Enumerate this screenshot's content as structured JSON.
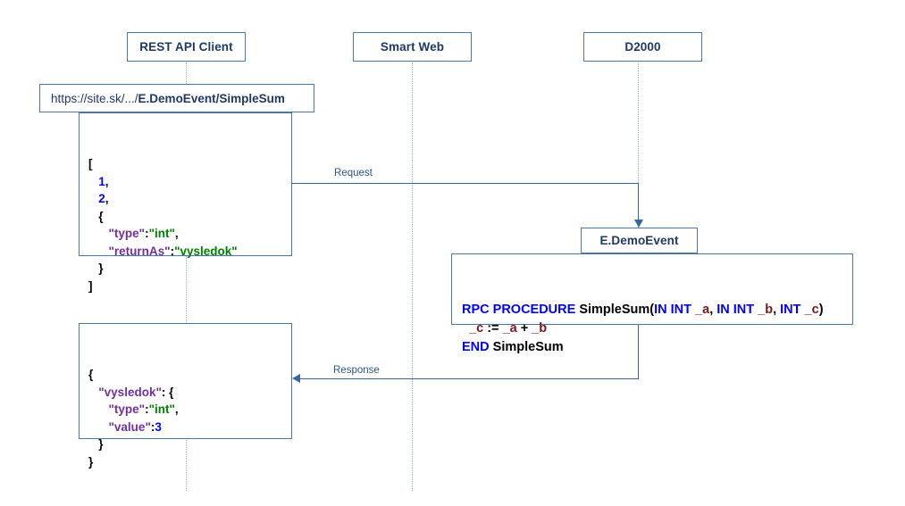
{
  "diagram": {
    "title": "REST API sequence diagram",
    "colors": {
      "box_border": "#4a77a8",
      "header_text": "#1f3864",
      "lifeline": "#9ab4d4",
      "connector": "#36679a",
      "json_key": "#7030a0",
      "json_string": "#008000",
      "json_number": "#0000ff",
      "code_keyword": "#0000ff",
      "code_variable": "#7b1818",
      "edge_label": "#2a5688"
    }
  },
  "participants": [
    {
      "id": "rest-api-client",
      "label": "REST API Client"
    },
    {
      "id": "smart-web",
      "label": "Smart Web"
    },
    {
      "id": "d2000",
      "label": "D2000"
    }
  ],
  "url_box": {
    "prefix": "https://site.sk/.../",
    "emphasis": "E.DemoEvent/SimpleSum"
  },
  "request_body": {
    "lines": [
      [
        {
          "t": "punct",
          "s": "["
        }
      ],
      [
        {
          "t": "plain",
          "s": "   "
        },
        {
          "t": "num",
          "s": "1"
        },
        {
          "t": "punct",
          "s": ","
        }
      ],
      [
        {
          "t": "plain",
          "s": "   "
        },
        {
          "t": "num",
          "s": "2"
        },
        {
          "t": "punct",
          "s": ","
        }
      ],
      [
        {
          "t": "plain",
          "s": "   "
        },
        {
          "t": "punct",
          "s": "{"
        }
      ],
      [
        {
          "t": "plain",
          "s": "      "
        },
        {
          "t": "key",
          "s": "\"type\""
        },
        {
          "t": "punct",
          "s": ":"
        },
        {
          "t": "str",
          "s": "\"int\""
        },
        {
          "t": "punct",
          "s": ","
        }
      ],
      [
        {
          "t": "plain",
          "s": "      "
        },
        {
          "t": "key",
          "s": "\"returnAs\""
        },
        {
          "t": "punct",
          "s": ":"
        },
        {
          "t": "str",
          "s": "\"vysledok\""
        }
      ],
      [
        {
          "t": "plain",
          "s": "   "
        },
        {
          "t": "punct",
          "s": "}"
        }
      ],
      [
        {
          "t": "punct",
          "s": "]"
        }
      ]
    ]
  },
  "response_body": {
    "lines": [
      [
        {
          "t": "punct",
          "s": "{"
        }
      ],
      [
        {
          "t": "plain",
          "s": "   "
        },
        {
          "t": "key",
          "s": "\"vysledok\""
        },
        {
          "t": "punct",
          "s": ": "
        },
        {
          "t": "punct",
          "s": "{"
        }
      ],
      [
        {
          "t": "plain",
          "s": "      "
        },
        {
          "t": "key",
          "s": "\"type\""
        },
        {
          "t": "punct",
          "s": ":"
        },
        {
          "t": "str",
          "s": "\"int\""
        },
        {
          "t": "punct",
          "s": ","
        }
      ],
      [
        {
          "t": "plain",
          "s": "      "
        },
        {
          "t": "key",
          "s": "\"value\""
        },
        {
          "t": "punct",
          "s": ":"
        },
        {
          "t": "num",
          "s": "3"
        }
      ],
      [
        {
          "t": "plain",
          "s": "   "
        },
        {
          "t": "punct",
          "s": "}"
        }
      ],
      [
        {
          "t": "punct",
          "s": "}"
        }
      ]
    ]
  },
  "event_box": {
    "label": "E.DemoEvent"
  },
  "rpc_code": {
    "lines": [
      [
        {
          "t": "kw",
          "s": "RPC PROCEDURE "
        },
        {
          "t": "plain",
          "s": "SimpleSum("
        },
        {
          "t": "kw",
          "s": "IN INT "
        },
        {
          "t": "var",
          "s": "_a"
        },
        {
          "t": "plain",
          "s": ", "
        },
        {
          "t": "kw",
          "s": "IN INT "
        },
        {
          "t": "var",
          "s": "_b"
        },
        {
          "t": "plain",
          "s": ", "
        },
        {
          "t": "kw",
          "s": "INT "
        },
        {
          "t": "var",
          "s": "_c"
        },
        {
          "t": "plain",
          "s": ")"
        }
      ],
      [
        {
          "t": "plain",
          "s": "  "
        },
        {
          "t": "var",
          "s": "_c"
        },
        {
          "t": "plain",
          "s": " := "
        },
        {
          "t": "var",
          "s": "_a"
        },
        {
          "t": "plain",
          "s": " + "
        },
        {
          "t": "var",
          "s": "_b"
        }
      ],
      [
        {
          "t": "kw",
          "s": "END "
        },
        {
          "t": "plain",
          "s": "SimpleSum"
        }
      ]
    ]
  },
  "messages": [
    {
      "id": "request",
      "label": "Request"
    },
    {
      "id": "response",
      "label": "Response"
    }
  ]
}
